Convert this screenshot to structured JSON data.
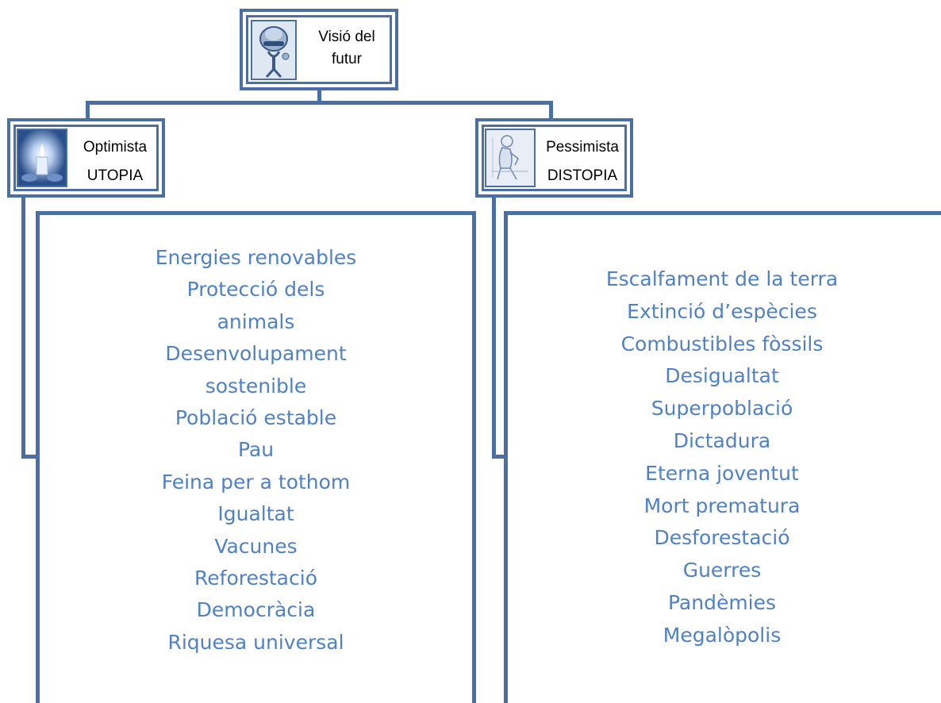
{
  "root": {
    "label_line1": "Visió del",
    "label_line2": "futur",
    "icon": "robot-icon"
  },
  "left": {
    "label_line1": "Optimista",
    "label_line2": "UTOPIA",
    "icon": "candle-icon",
    "items": [
      "Energies renovables",
      "Protecció dels",
      "animals",
      "Desenvolupament",
      "sostenible",
      "Població estable",
      "Pau",
      "Feina per a tothom",
      "Igualtat",
      "Vacunes",
      "Reforestació",
      "Democràcia",
      "Riquesa universal"
    ]
  },
  "right": {
    "label_line1": "Pessimista",
    "label_line2": "DISTOPIA",
    "icon": "thinker-icon",
    "items": [
      "Escalfament de la terra",
      "Extinció d’espècies",
      "Combustibles fòssils",
      "Desigualtat",
      "Superpoblació",
      "Dictadura",
      "Eterna joventut",
      "Mort prematura",
      "Desforestació",
      "Guerres",
      "Pandèmies",
      "Megalòpolis"
    ]
  },
  "colors": {
    "border": "#4a6fa5",
    "list_text": "#4f81c7"
  }
}
